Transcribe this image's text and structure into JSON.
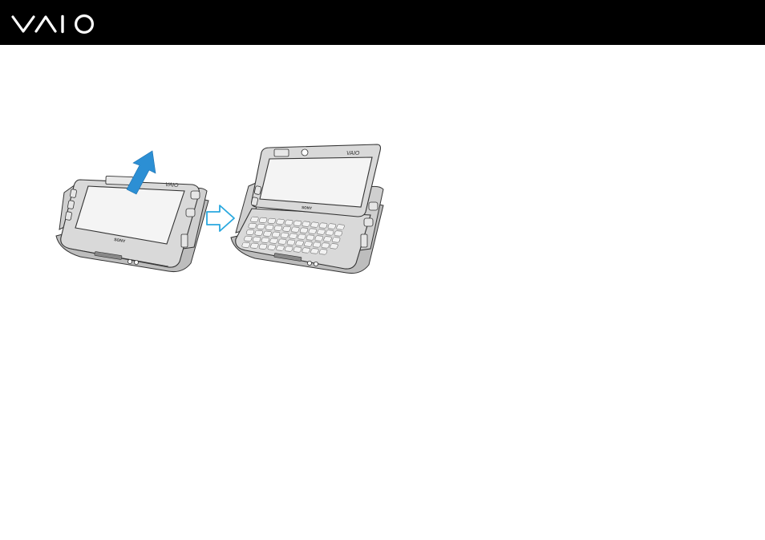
{
  "header": {
    "logo": "VAIO",
    "logo_icon": "vaio-logo-icon"
  },
  "illustration": {
    "device_closed_icon": "sliding-device-closed-icon",
    "slide_up_arrow_icon": "slide-up-arrow-icon",
    "transition_arrow_icon": "right-hollow-arrow-icon",
    "device_open_icon": "sliding-device-open-keyboard-icon",
    "device_brand_mark": "SONY",
    "device_logo_mark": "VAIO",
    "colors": {
      "header_background": "#000000",
      "logo": "#ffffff",
      "slide_arrow": "#2c8fd4",
      "transition_arrow_stroke": "#29a8df",
      "device_body": "#d4d4d4",
      "device_outline": "#333333"
    }
  }
}
